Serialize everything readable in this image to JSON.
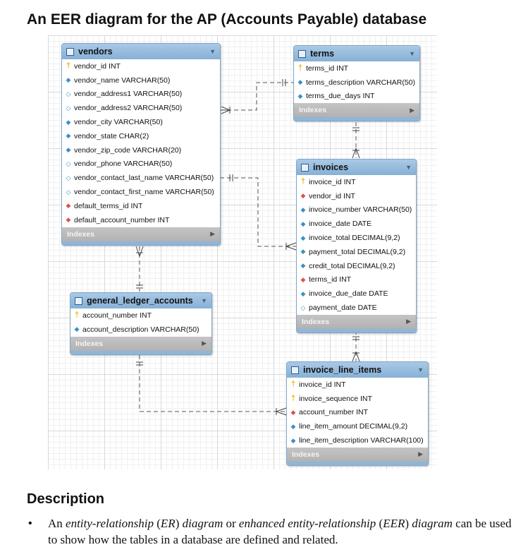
{
  "title": "An EER diagram for the AP (Accounts Payable) database",
  "indexes_label": "Indexes",
  "tables": {
    "vendors": {
      "name": "vendors",
      "columns": [
        {
          "text": "vendor_id INT",
          "key": "pk"
        },
        {
          "text": "vendor_name VARCHAR(50)",
          "key": "nn"
        },
        {
          "text": "vendor_address1 VARCHAR(50)",
          "key": "nu"
        },
        {
          "text": "vendor_address2 VARCHAR(50)",
          "key": "nu"
        },
        {
          "text": "vendor_city VARCHAR(50)",
          "key": "nn"
        },
        {
          "text": "vendor_state CHAR(2)",
          "key": "nn"
        },
        {
          "text": "vendor_zip_code VARCHAR(20)",
          "key": "nn"
        },
        {
          "text": "vendor_phone VARCHAR(50)",
          "key": "nu"
        },
        {
          "text": "vendor_contact_last_name VARCHAR(50)",
          "key": "nu"
        },
        {
          "text": "vendor_contact_first_name VARCHAR(50)",
          "key": "nu"
        },
        {
          "text": "default_terms_id INT",
          "key": "fk"
        },
        {
          "text": "default_account_number INT",
          "key": "fk"
        }
      ]
    },
    "terms": {
      "name": "terms",
      "columns": [
        {
          "text": "terms_id INT",
          "key": "pk"
        },
        {
          "text": "terms_description VARCHAR(50)",
          "key": "nn"
        },
        {
          "text": "terms_due_days INT",
          "key": "nn"
        }
      ]
    },
    "invoices": {
      "name": "invoices",
      "columns": [
        {
          "text": "invoice_id INT",
          "key": "pk"
        },
        {
          "text": "vendor_id INT",
          "key": "fk"
        },
        {
          "text": "invoice_number VARCHAR(50)",
          "key": "nn"
        },
        {
          "text": "invoice_date DATE",
          "key": "nn"
        },
        {
          "text": "invoice_total DECIMAL(9,2)",
          "key": "nn"
        },
        {
          "text": "payment_total DECIMAL(9,2)",
          "key": "nn"
        },
        {
          "text": "credit_total DECIMAL(9,2)",
          "key": "nn"
        },
        {
          "text": "terms_id INT",
          "key": "fk"
        },
        {
          "text": "invoice_due_date DATE",
          "key": "nn"
        },
        {
          "text": "payment_date DATE",
          "key": "nu"
        }
      ]
    },
    "general_ledger_accounts": {
      "name": "general_ledger_accounts",
      "columns": [
        {
          "text": "account_number INT",
          "key": "pk"
        },
        {
          "text": "account_description VARCHAR(50)",
          "key": "nn"
        }
      ]
    },
    "invoice_line_items": {
      "name": "invoice_line_items",
      "columns": [
        {
          "text": "invoice_id INT",
          "key": "pk"
        },
        {
          "text": "invoice_sequence INT",
          "key": "pk"
        },
        {
          "text": "account_number INT",
          "key": "fk"
        },
        {
          "text": "line_item_amount DECIMAL(9,2)",
          "key": "nn"
        },
        {
          "text": "line_item_description VARCHAR(100)",
          "key": "nn"
        }
      ]
    }
  },
  "description": {
    "heading": "Description",
    "bullet_parts": [
      {
        "text": "An ",
        "italic": false
      },
      {
        "text": "entity-relationship",
        "italic": true
      },
      {
        "text": " (",
        "italic": false
      },
      {
        "text": "ER",
        "italic": true
      },
      {
        "text": ") ",
        "italic": false
      },
      {
        "text": "diagram",
        "italic": true
      },
      {
        "text": " or ",
        "italic": false
      },
      {
        "text": "enhanced entity-relationship",
        "italic": true
      },
      {
        "text": " (",
        "italic": false
      },
      {
        "text": "EER",
        "italic": true
      },
      {
        "text": ") ",
        "italic": false
      },
      {
        "text": "diagram",
        "italic": true
      },
      {
        "text": " can be used to show how the tables in a database are defined and related.",
        "italic": false
      }
    ]
  },
  "icons": {
    "table": "table-icon",
    "primary_key": "key-icon",
    "foreign_key": "red-diamond-icon",
    "not_null": "filled-blue-diamond-icon",
    "nullable": "hollow-diamond-icon",
    "collapse": "triangle-down-icon",
    "expand": "triangle-right-icon"
  },
  "colors": {
    "header": "#9ebfdf",
    "indexes_bar": "#bcbcbc",
    "primary_key": "#e6b800",
    "foreign_key": "#d9534f",
    "column": "#3a8fc6"
  }
}
